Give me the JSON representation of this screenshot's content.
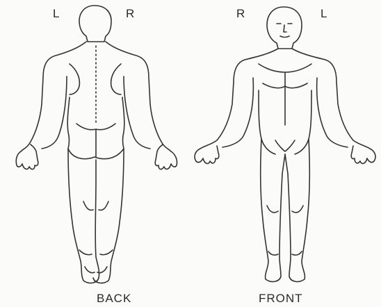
{
  "back_view": {
    "side_left": "L",
    "side_right": "R",
    "caption": "BACK"
  },
  "front_view": {
    "side_right": "R",
    "side_left": "L",
    "caption": "FRONT"
  },
  "colors": {
    "line": "#333333",
    "background": "#fbfbfa"
  }
}
